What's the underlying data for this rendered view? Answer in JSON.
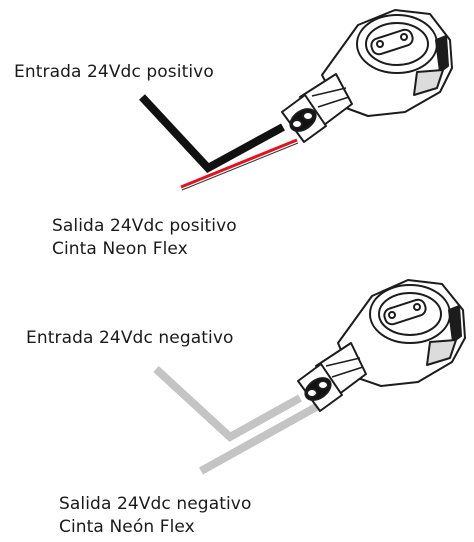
{
  "diagram": {
    "positive": {
      "input_label": "Entrada 24Vdc positivo",
      "output_label_line1": "Salida 24Vdc positivo",
      "output_label_line2": "Cinta Neon Flex",
      "input_wire_color": "#111111",
      "output_wire_color": "#e3121e"
    },
    "negative": {
      "input_label": "Entrada 24Vdc negativo",
      "output_label_line1": "Salida 24Vdc negativo",
      "output_label_line2": "Cinta Neón Flex",
      "input_wire_color": "#c4c4c4",
      "output_wire_color": "#c4c4c4"
    },
    "connector_color": "#ffffff",
    "outline_color": "#1c1c1c"
  }
}
